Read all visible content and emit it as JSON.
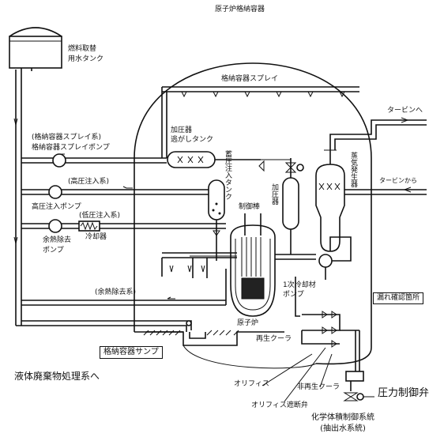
{
  "labels": {
    "containment_vessel": "原子炉格納容器",
    "fuel_water_tank": "燃料取替\n用水タンク",
    "containment_spray": "格納容器スプレイ",
    "to_turbine": "タービンへ",
    "from_turbine": "タービンから",
    "spray_system": "(格納容器スプレイ系)",
    "spray_pump": "格納容器スプレイポンプ",
    "pressurizer_relief_tank": "加圧器\n逃がしタンク",
    "high_pressure_system": "(高圧注入系)",
    "high_pressure_pump": "高圧注入ポンプ",
    "low_pressure_system": "(低圧注入系)",
    "cooler": "冷却器",
    "residual_heat_pump": "余熱除去\nポンプ",
    "residual_heat_system": "(余熱除去系)",
    "accumulator_tank": "蓄圧注入タンク",
    "control_rod": "制御棒",
    "pressurizer": "加圧器",
    "steam_generator": "蒸気発生器",
    "primary_coolant_pump": "1次冷却材\nポンプ",
    "reactor": "原子炉",
    "leak_check_point": "漏れ確認箇所",
    "regen_cooler": "再生クーラ",
    "containment_sump": "格納容器サンプ",
    "liquid_waste": "液体廃棄物処理系へ",
    "orifice": "オリフィス",
    "non_regen_cooler": "非再生クーラ",
    "orifice_isolation_valve": "オリフィス遮断弁",
    "pressure_control_valve": "圧力制御弁",
    "cvcs": "化学体積制御系統\n(抽出水系統)"
  }
}
